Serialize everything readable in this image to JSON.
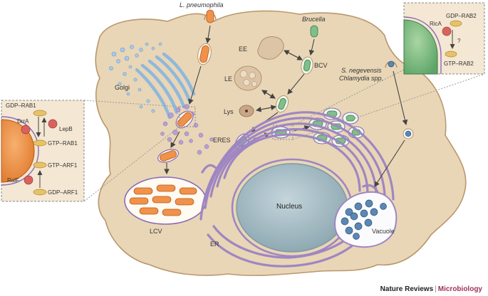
{
  "labels": {
    "legionella": "L. pneumophila",
    "brucella": "Brucella",
    "ee": "EE",
    "le": "LE",
    "lys": "Lys",
    "bcv": "BCV",
    "golgi": "Golgi",
    "eres": "ERES",
    "lcv": "LCV",
    "er": "ER",
    "nucleus": "Nucleus",
    "vacuole": "Vacuole",
    "s_negevensis": "S. negevensis",
    "chlamydia": "Chlamydia spp."
  },
  "left_inset": {
    "gdp_rab1": "GDP–RAB1",
    "drra": "DrrA",
    "lepb": "LepB",
    "gtp_rab1": "GTP–RAB1",
    "gtp_arf1": "GTP–ARF1",
    "ralf": "RalF",
    "gdp_arf1": "GDP–ARF1"
  },
  "right_inset": {
    "rica": "RicA",
    "gdp_rab2": "GDP–RAB2",
    "question": "?",
    "gtp_rab2": "GTP–RAB2"
  },
  "footer": {
    "journal": "Nature Reviews",
    "separator": "|",
    "subject": "Microbiology"
  },
  "colors": {
    "cytoplasm": "#e9d6b6",
    "cell_outline": "#b9976d",
    "golgi": "#8fb8dc",
    "er": "#9f86c2",
    "nucleus": "#aac0c8",
    "legionella": "#f0924a",
    "brucella": "#7fbf8a",
    "chlamydia_rb": "#5b87b3",
    "effector_red": "#d9625f",
    "gtpase_yellow": "#e6c26a"
  }
}
